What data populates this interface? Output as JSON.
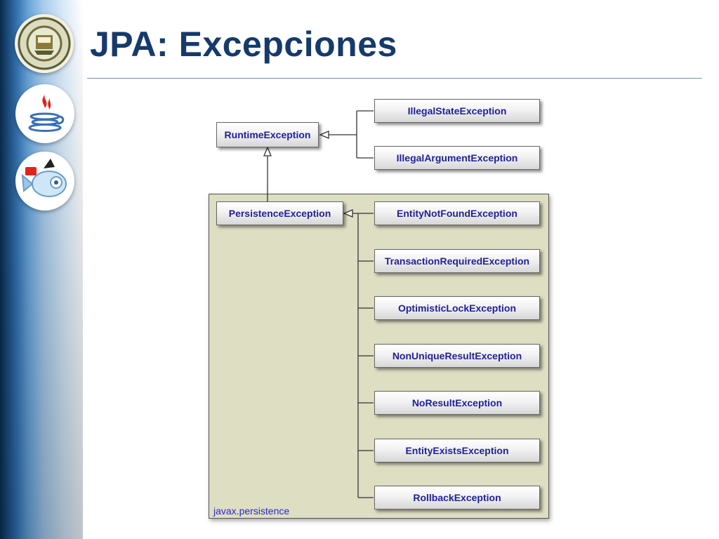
{
  "slide": {
    "title": "JPA: Excepciones"
  },
  "logos": [
    {
      "icon": "university-seal-icon"
    },
    {
      "icon": "java-cup-icon"
    },
    {
      "icon": "glassfish-icon"
    }
  ],
  "diagram": {
    "package_label": "javax.persistence",
    "root": "RuntimeException",
    "runtime_children": [
      "IllegalStateException",
      "IllegalArgumentException"
    ],
    "persistence": "PersistenceException",
    "persistence_children": [
      "EntityNotFoundException",
      "TransactionRequiredException",
      "OptimisticLockException",
      "NonUniqueResultException",
      "NoResultException",
      "EntityExistsException",
      "RollbackException"
    ],
    "colors": {
      "package_fill": "#dedec3",
      "class_text": "#1f1f9a",
      "title": "#153a6b"
    }
  }
}
